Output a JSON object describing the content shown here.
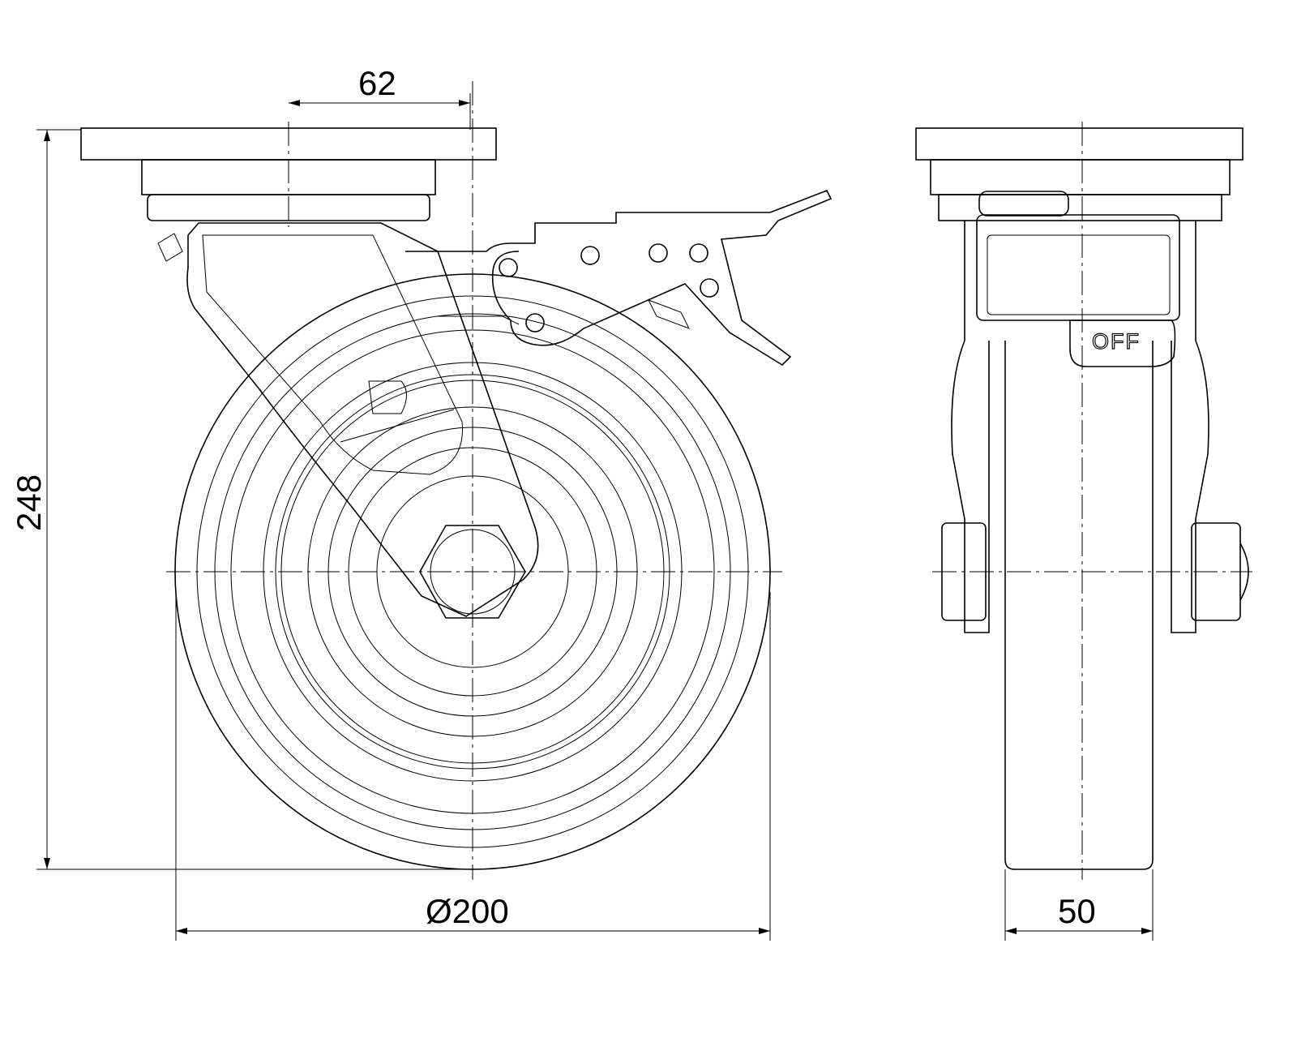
{
  "title": "Swivel castor with brake - technical drawing",
  "dimensions": {
    "plate_offset": "62",
    "overall_height": "248",
    "wheel_diameter": "Ø200",
    "wheel_width": "50"
  },
  "brake_label": "OFF",
  "colors": {
    "line": "#000000",
    "background": "#ffffff"
  }
}
